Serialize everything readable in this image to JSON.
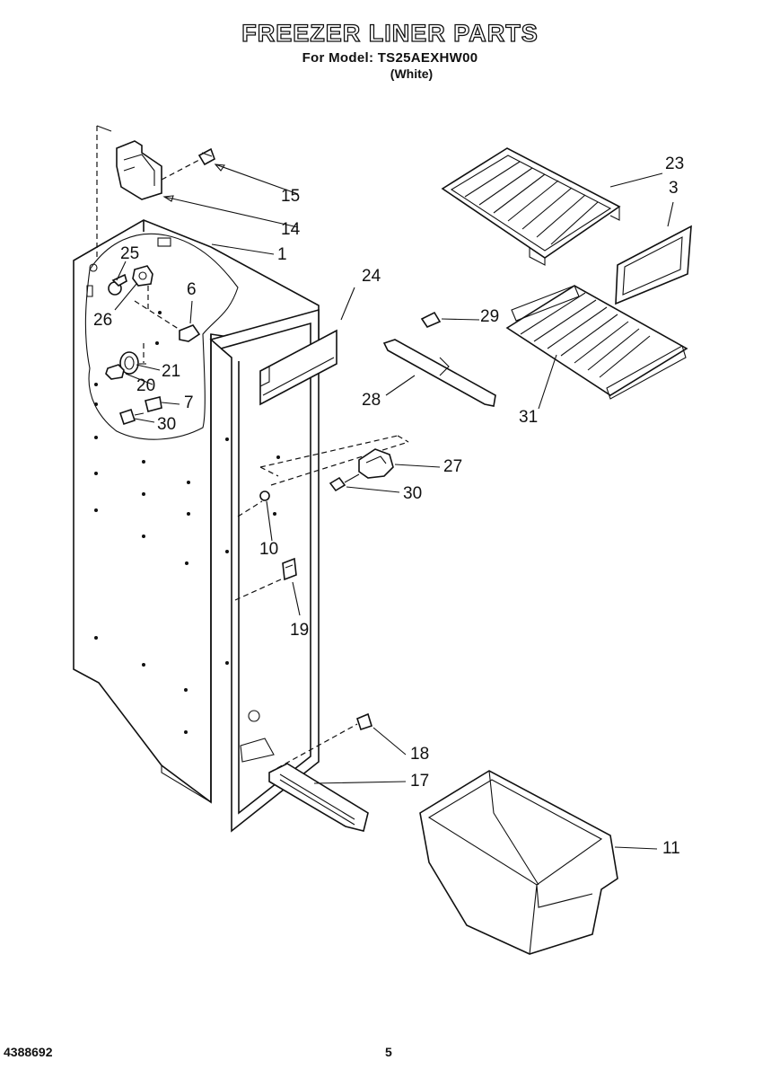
{
  "header": {
    "title": "FREEZER LINER PARTS",
    "model": "For Model: TS25AEXHW00",
    "color": "(White)"
  },
  "footer": {
    "doc_number": "4388692",
    "page_number": "5"
  },
  "callouts": {
    "c1": "1",
    "c3": "3",
    "c6": "6",
    "c7": "7",
    "c10": "10",
    "c11": "11",
    "c14": "14",
    "c15": "15",
    "c17": "17",
    "c18": "18",
    "c19": "19",
    "c20": "20",
    "c21": "21",
    "c23": "23",
    "c24": "24",
    "c25": "25",
    "c26": "26",
    "c27": "27",
    "c28": "28",
    "c29": "29",
    "c30a": "30",
    "c30b": "30",
    "c31": "31"
  }
}
